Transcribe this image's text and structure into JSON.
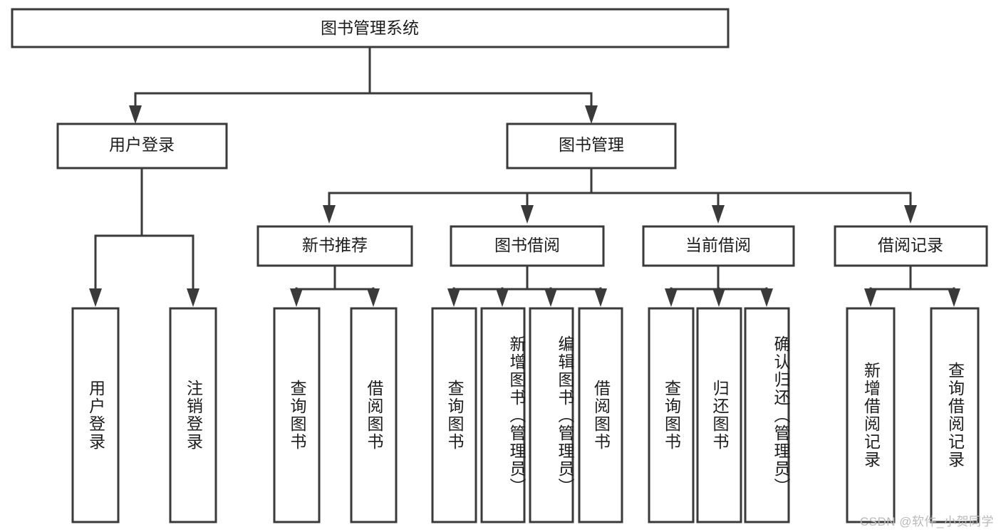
{
  "diagram": {
    "title": "图书管理系统",
    "type": "hierarchy-tree",
    "watermark": "CSDN @软件_小贺同学",
    "colors": {
      "stroke": "#3a3a3a",
      "fill": "#ffffff",
      "text": "#1c1c1c",
      "watermark": "#b9b9b9",
      "background": "#ffffff"
    },
    "root": {
      "id": "root",
      "label": "图书管理系统"
    },
    "level2": [
      {
        "id": "user-login",
        "label": "用户登录"
      },
      {
        "id": "book-manage",
        "label": "图书管理"
      }
    ],
    "level3": [
      {
        "id": "new-book-rec",
        "label": "新书推荐",
        "parent": "book-manage"
      },
      {
        "id": "book-borrow",
        "label": "图书借阅",
        "parent": "book-manage"
      },
      {
        "id": "current-borrow",
        "label": "当前借阅",
        "parent": "book-manage"
      },
      {
        "id": "borrow-record",
        "label": "借阅记录",
        "parent": "book-manage"
      }
    ],
    "leaves": [
      {
        "id": "leaf-user-login",
        "label": "用户登录",
        "parent": "user-login"
      },
      {
        "id": "leaf-user-logout",
        "label": "注销登录",
        "parent": "user-login"
      },
      {
        "id": "leaf-query-book-1",
        "label": "查询图书",
        "parent": "new-book-rec"
      },
      {
        "id": "leaf-borrow-book-1",
        "label": "借阅图书",
        "parent": "new-book-rec"
      },
      {
        "id": "leaf-query-book-2",
        "label": "查询图书",
        "parent": "book-borrow"
      },
      {
        "id": "leaf-add-book",
        "label": "新增图书（管理员）",
        "parent": "book-borrow"
      },
      {
        "id": "leaf-edit-book",
        "label": "编辑图书（管理员）",
        "parent": "book-borrow"
      },
      {
        "id": "leaf-borrow-book-2",
        "label": "借阅图书",
        "parent": "book-borrow"
      },
      {
        "id": "leaf-query-book-3",
        "label": "查询图书",
        "parent": "current-borrow"
      },
      {
        "id": "leaf-return-book",
        "label": "归还图书",
        "parent": "current-borrow"
      },
      {
        "id": "leaf-confirm-return",
        "label": "确认归还（管理员）",
        "parent": "current-borrow"
      },
      {
        "id": "leaf-add-record",
        "label": "新增借阅记录",
        "parent": "borrow-record"
      },
      {
        "id": "leaf-query-record",
        "label": "查询借阅记录",
        "parent": "borrow-record"
      }
    ]
  }
}
